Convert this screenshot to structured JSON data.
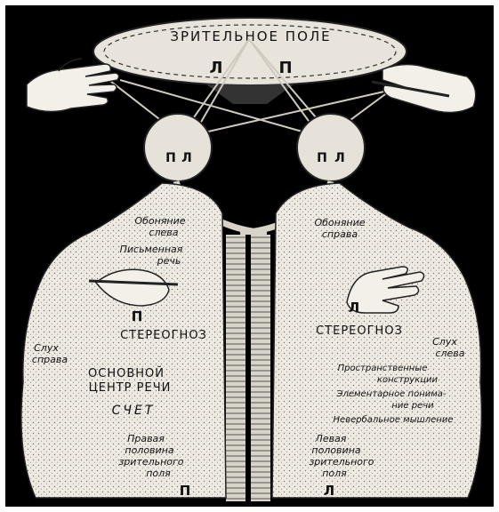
{
  "visual_field": {
    "title": "ЗРИТЕЛЬНОЕ ПОЛЕ",
    "left_mark": "Л",
    "right_mark": "П"
  },
  "eyes": {
    "left": {
      "a": "П",
      "b": "Л"
    },
    "right": {
      "a": "П",
      "b": "Л"
    }
  },
  "left_hemisphere": {
    "smell": [
      "Обоняние",
      "слева"
    ],
    "writing": [
      "Письменная",
      "речь"
    ],
    "hand_mark": "П",
    "stereognosis": "СТЕРЕОГНОЗ",
    "hearing": [
      "Слух",
      "справа"
    ],
    "speech_center": [
      "ОСНОВНОЙ",
      "ЦЕНТР РЕЧИ"
    ],
    "counting": "СЧЕТ",
    "field_half": [
      "Правая",
      "половина",
      "зрительного",
      "поля"
    ],
    "field_mark": "П"
  },
  "right_hemisphere": {
    "smell": [
      "Обоняние",
      "справа"
    ],
    "hand_mark": "Л",
    "stereognosis": "СТЕРЕОГНОЗ",
    "hearing": [
      "Слух",
      "слева"
    ],
    "spatial": [
      "Пространственные",
      "конструкции"
    ],
    "elementary": [
      "Элементарное понима-",
      "ние речи"
    ],
    "nonverbal": "Невербальное мышление",
    "field_half": [
      "Левая",
      "половина",
      "зрительного",
      "поля"
    ],
    "field_mark": "Л"
  },
  "colors": {
    "background": "#000000",
    "brain": "#eeeae2",
    "ink": "#111111"
  }
}
